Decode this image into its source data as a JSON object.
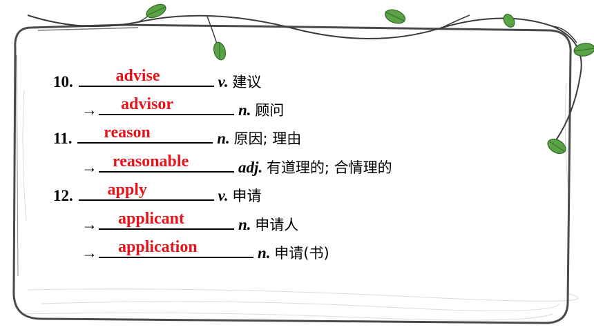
{
  "entries": [
    {
      "number": "10.",
      "answer": "advise",
      "pos": "v.",
      "meaning": "建议"
    },
    {
      "arrow": "→",
      "answer": "advisor",
      "pos": "n.",
      "meaning": "顾问"
    },
    {
      "number": "11.",
      "answer": "reason",
      "pos": "n.",
      "meaning": "原因; 理由"
    },
    {
      "arrow": "→",
      "answer": "reasonable",
      "pos": "adj.",
      "meaning": "有道理的; 合情理的"
    },
    {
      "number": "12.",
      "answer": "apply",
      "pos": "v.",
      "meaning": "申请"
    },
    {
      "arrow": "→",
      "answer": "applicant",
      "pos": "n.",
      "meaning": "申请人"
    },
    {
      "arrow": "→",
      "answer": "application",
      "pos": "n.",
      "meaning": "申请(书)"
    }
  ],
  "colors": {
    "answer": "#e8141b",
    "leaf": "#4f9b3f",
    "vine": "#3a3a3a",
    "frame": "#4a4a4a"
  }
}
